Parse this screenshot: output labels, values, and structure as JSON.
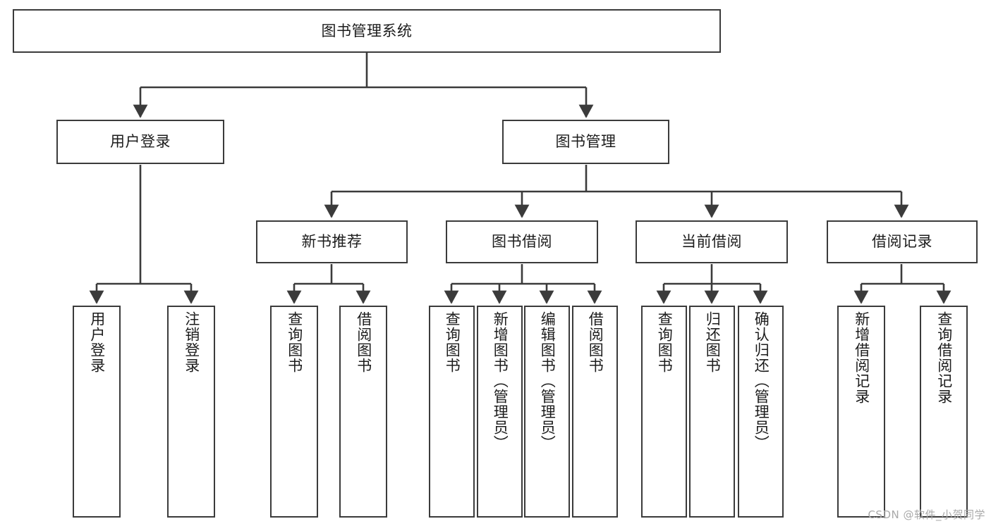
{
  "diagram": {
    "title": "图书管理系统",
    "root": {
      "id": "root",
      "label": "图书管理系统"
    },
    "level2": [
      {
        "id": "user-login",
        "label": "用户登录"
      },
      {
        "id": "book-manage",
        "label": "图书管理"
      }
    ],
    "level3": [
      {
        "id": "new-book-rec",
        "label": "新书推荐",
        "parent": "book-manage"
      },
      {
        "id": "book-borrow",
        "label": "图书借阅",
        "parent": "book-manage"
      },
      {
        "id": "current-borrow",
        "label": "当前借阅",
        "parent": "book-manage"
      },
      {
        "id": "borrow-record",
        "label": "借阅记录",
        "parent": "book-manage"
      }
    ],
    "leaves": [
      {
        "id": "leaf-user-login",
        "label": "用户登录",
        "parent": "user-login"
      },
      {
        "id": "leaf-logout-login",
        "label": "注销登录",
        "parent": "user-login"
      },
      {
        "id": "leaf-query-book-1",
        "label": "查询图书",
        "parent": "new-book-rec"
      },
      {
        "id": "leaf-borrow-book-1",
        "label": "借阅图书",
        "parent": "new-book-rec"
      },
      {
        "id": "leaf-query-book-2",
        "label": "查询图书",
        "parent": "book-borrow"
      },
      {
        "id": "leaf-add-book",
        "label": "新增图书（管理员）",
        "parent": "book-borrow"
      },
      {
        "id": "leaf-edit-book",
        "label": "编辑图书（管理员）",
        "parent": "book-borrow"
      },
      {
        "id": "leaf-borrow-book-2",
        "label": "借阅图书",
        "parent": "book-borrow"
      },
      {
        "id": "leaf-query-book-3",
        "label": "查询图书",
        "parent": "current-borrow"
      },
      {
        "id": "leaf-return-book",
        "label": "归还图书",
        "parent": "current-borrow"
      },
      {
        "id": "leaf-confirm-return",
        "label": "确认归还（管理员）",
        "parent": "current-borrow"
      },
      {
        "id": "leaf-add-record",
        "label": "新增借阅记录",
        "parent": "borrow-record"
      },
      {
        "id": "leaf-query-record",
        "label": "查询借阅记录",
        "parent": "borrow-record"
      }
    ],
    "colors": {
      "stroke": "#3b3b3b",
      "background": "#ffffff",
      "text": "#1c1c1c",
      "watermark": "#a9a9a9"
    }
  },
  "watermark": {
    "text": "CSDN @软件_小贺同学"
  }
}
